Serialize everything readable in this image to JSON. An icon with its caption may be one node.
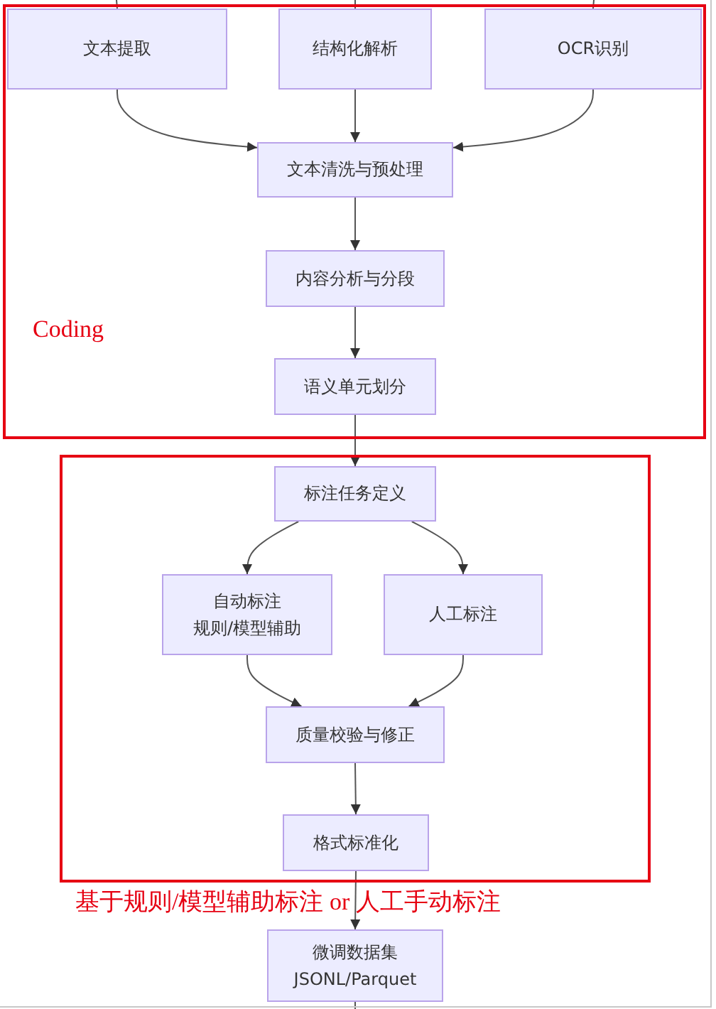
{
  "diagram": {
    "nodes": [
      {
        "text": [
          "Coding"
        ]
      },
      {
        "text": [
          "文本提取"
        ],
        "in": 0
      },
      {
        "text": [
          "结构化解析"
        ],
        "in": 0
      },
      {
        "text": [
          "OCR识别"
        ],
        "in": 0
      },
      {
        "text": [
          "文本清洗与预处理"
        ],
        "in": 0
      },
      {
        "text": [
          "内容分析与分段"
        ],
        "in": 0
      },
      {
        "text": [
          "语义单元划分"
        ],
        "in": 0
      },
      {
        "text": [
          "基于规则/模型辅助标注 or 人工手动标注"
        ]
      },
      {
        "text": [
          "标注任务定义"
        ],
        "in": 7
      },
      {
        "text": [
          "自动标注",
          "规则/模型辅助"
        ],
        "in": 7
      },
      {
        "text": [
          "人工标注"
        ],
        "in": 7
      },
      {
        "text": [
          "质量校验与修正"
        ],
        "in": 7
      },
      {
        "text": [
          "格式标准化"
        ],
        "in": 7
      },
      {
        "text": [
          "微调数据集",
          "JSONL/Parquet"
        ]
      }
    ],
    "edges": [
      {
        "from": null,
        "to": 1,
        "arrow": "none"
      },
      {
        "from": null,
        "to": 2,
        "arrow": "none"
      },
      {
        "from": null,
        "to": 3,
        "arrow": "none"
      },
      {
        "from": 1,
        "to": 4,
        "arrow": "to"
      },
      {
        "from": 2,
        "to": 4,
        "arrow": "to"
      },
      {
        "from": 3,
        "to": 4,
        "arrow": "to"
      },
      {
        "from": 4,
        "to": 5,
        "arrow": "to"
      },
      {
        "from": 5,
        "to": 6,
        "arrow": "to"
      },
      {
        "from": 6,
        "to": 8,
        "arrow": "to"
      },
      {
        "from": 8,
        "to": 9,
        "arrow": "to"
      },
      {
        "from": 8,
        "to": 10,
        "arrow": "to"
      },
      {
        "from": 9,
        "to": 11,
        "arrow": "to"
      },
      {
        "from": 10,
        "to": 11,
        "arrow": "to"
      },
      {
        "from": 11,
        "to": 12,
        "arrow": "to"
      },
      {
        "from": 12,
        "to": 13,
        "arrow": "to"
      },
      {
        "from": 13,
        "to": null,
        "arrow": "none"
      }
    ]
  }
}
